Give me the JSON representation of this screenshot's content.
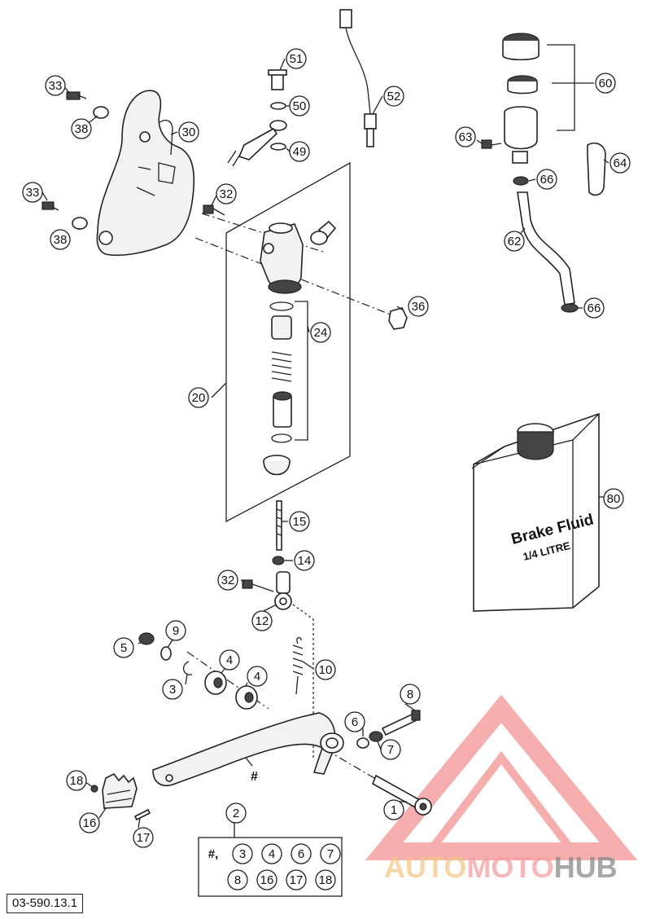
{
  "diagram": {
    "catalog_code": "03-590.13.1",
    "fluid_container": {
      "line1": "Brake Fluid",
      "line2": "1/4 LITRE"
    },
    "kit_box": {
      "row1": [
        "#,",
        "3",
        "4",
        "6",
        "7"
      ],
      "row2": [
        "8",
        "16",
        "17",
        "18"
      ]
    },
    "part_marker": "#",
    "callouts": [
      {
        "id": "c51",
        "text": "51"
      },
      {
        "id": "c50",
        "text": "50"
      },
      {
        "id": "c49",
        "text": "49"
      },
      {
        "id": "c52",
        "text": "52"
      },
      {
        "id": "c60",
        "text": "60"
      },
      {
        "id": "c63",
        "text": "63"
      },
      {
        "id": "c64",
        "text": "64"
      },
      {
        "id": "c66a",
        "text": "66"
      },
      {
        "id": "c62",
        "text": "62"
      },
      {
        "id": "c66b",
        "text": "66"
      },
      {
        "id": "c33a",
        "text": "33"
      },
      {
        "id": "c38a",
        "text": "38"
      },
      {
        "id": "c30",
        "text": "30"
      },
      {
        "id": "c33b",
        "text": "33"
      },
      {
        "id": "c38b",
        "text": "38"
      },
      {
        "id": "c32a",
        "text": "32"
      },
      {
        "id": "c36",
        "text": "36"
      },
      {
        "id": "c24",
        "text": "24"
      },
      {
        "id": "c20",
        "text": "20"
      },
      {
        "id": "c80",
        "text": "80"
      },
      {
        "id": "c15",
        "text": "15"
      },
      {
        "id": "c14",
        "text": "14"
      },
      {
        "id": "c32b",
        "text": "32"
      },
      {
        "id": "c12",
        "text": "12"
      },
      {
        "id": "c5",
        "text": "5"
      },
      {
        "id": "c9",
        "text": "9"
      },
      {
        "id": "c4a",
        "text": "4"
      },
      {
        "id": "c4b",
        "text": "4"
      },
      {
        "id": "c3",
        "text": "3"
      },
      {
        "id": "c10",
        "text": "10"
      },
      {
        "id": "c8",
        "text": "8"
      },
      {
        "id": "c6",
        "text": "6"
      },
      {
        "id": "c7",
        "text": "7"
      },
      {
        "id": "c18",
        "text": "18"
      },
      {
        "id": "c16",
        "text": "16"
      },
      {
        "id": "c17",
        "text": "17"
      },
      {
        "id": "c1",
        "text": "1"
      },
      {
        "id": "c2",
        "text": "2"
      }
    ]
  },
  "watermark": {
    "part1": "AUTO",
    "part2": "MOTO",
    "part3": "HUB",
    "colors": {
      "auto": "#f5c78a",
      "moto": "#f2a0a0",
      "hub": "#8a8a8a",
      "triangle": "#ef6b6b"
    }
  }
}
